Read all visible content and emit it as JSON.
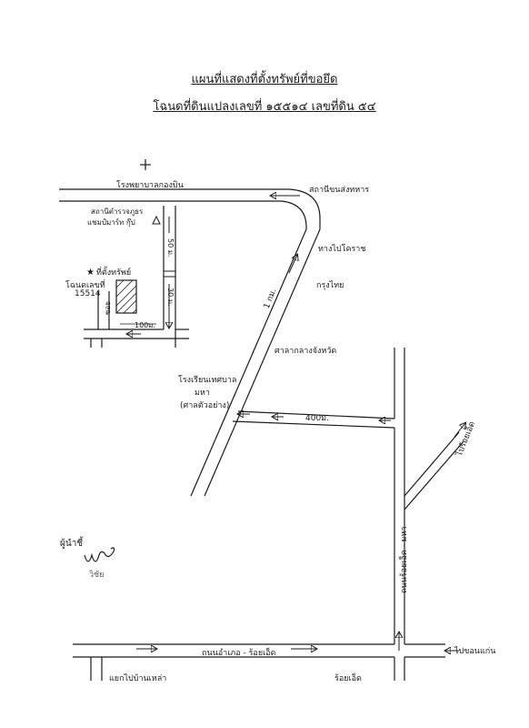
{
  "header": {
    "title": "แผนที่แสดงที่ตั้งทรัพย์ที่ขอยึด",
    "subtitle": "โฉนดที่ดินแปลงเลขที่ ๑๕๕๑๔ เลขที่ดิน ๕๔"
  },
  "labels": {
    "hospital_road": "โรงพยาบาลกองบิน",
    "airforce_base": "สถานีขนส่งทหาร",
    "police_station": "สถานีตำรวจภูธร",
    "mart": "แชมป์มาร์ท กุ๊ป",
    "distance_50_top": "50 ม.",
    "distance_30": "30 ม.",
    "property_marker": "ที่ตั้งทรัพย์",
    "title_deed": "โฉนดเลขที่",
    "deed_number": "15514",
    "soi": "ซอย",
    "distance_100": "100ม.",
    "right_top_label": "ทางไปโคราช",
    "bank_label": "กรุงไทย",
    "distance_1km": "1 กม.",
    "provincial_hall": "ศาลากลางจังหวัด",
    "school": "โรงเรียนเทศบาล",
    "school_sub": "มหา",
    "school_sub2": "(ศาลตัวอย่าง)",
    "distance_400": "400ม.",
    "north_road": "ไปร้อยเอ็ด",
    "vertical_road": "ถนนร้อยเอ็ด - มหา",
    "bottom_road": "ถนนอำเภอ - ร้อยเอ็ด",
    "bottom_right": "ไปขอนแก่น",
    "bottom_left": "แยกไปบ้านเหล่า",
    "bottom_mid": "ร้อยเอ็ด",
    "signer_title": "ผู้นำชี้",
    "signature_text": "วิชัย"
  }
}
